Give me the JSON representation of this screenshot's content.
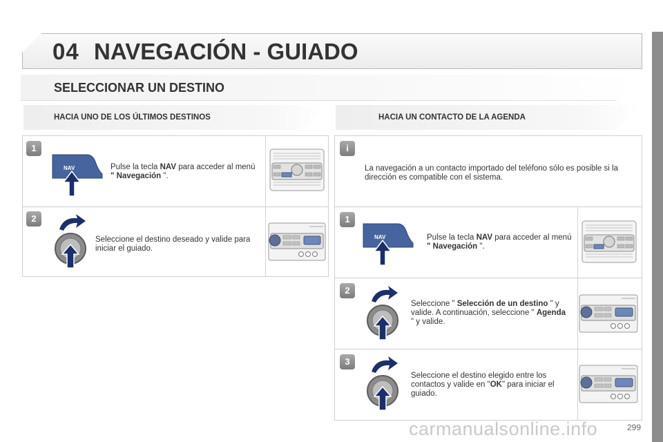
{
  "header": {
    "chapter_number": "04",
    "chapter_title": "NAVEGACIÓN - GUIADO"
  },
  "section": {
    "title": "SELECCIONAR UN DESTINO"
  },
  "left": {
    "subtitle": "HACIA UNO DE LOS ÚLTIMOS DESTINOS",
    "steps": [
      {
        "badge": "1",
        "key_label": "NAV",
        "text_pre": "Pulse la tecla ",
        "text_bold": "NAV",
        "text_mid": " para acceder al menú ",
        "text_bold2": "\" Navegación ",
        "text_post": "\"."
      },
      {
        "badge": "2",
        "text": "Seleccione el destino deseado y valide para iniciar el guiado."
      }
    ]
  },
  "right": {
    "subtitle": "HACIA UN CONTACTO DE LA AGENDA",
    "info": {
      "badge": "i",
      "text": "La navegación a un contacto importado del teléfono sólo es posible si la dirección es compatible con el sistema."
    },
    "steps": [
      {
        "badge": "1",
        "key_label": "NAV",
        "text_pre": "Pulse la tecla ",
        "text_bold": "NAV",
        "text_mid": " para acceder al menú ",
        "text_bold2": "\" Navegación ",
        "text_post": "\"."
      },
      {
        "badge": "2",
        "text_pre": "Seleccione \" ",
        "text_bold": "Selección de un destino",
        "text_mid": " \" y valide. A continuación, seleccione \" ",
        "text_bold2": "Agenda",
        "text_post": " \" y valide."
      },
      {
        "badge": "3",
        "text_pre": "Seleccione el destino elegido entre los contactos y valide en \"",
        "text_bold": "OK",
        "text_post": "\" para iniciar el guiado."
      }
    ]
  },
  "footer": {
    "page_number": "299",
    "watermark": "carmanualsonline.info"
  },
  "colors": {
    "arrow_blue": "#1c2f6b",
    "nav_key": "#3f5f9c",
    "badge_gray": "#8e8e8e"
  },
  "icons": [
    "nav-key-icon",
    "up-arrow-icon",
    "curved-arrow-icon",
    "rotary-knob-icon",
    "radio-panel-icon"
  ]
}
